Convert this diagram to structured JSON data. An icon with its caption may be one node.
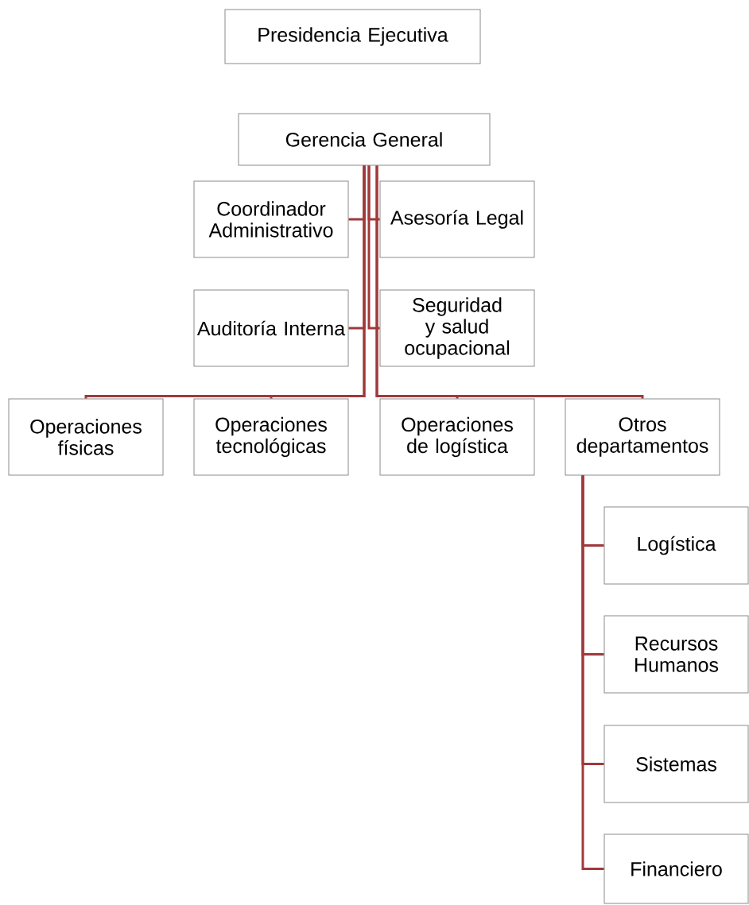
{
  "diagram": {
    "nodes": [
      {
        "text": [
          "Presidencia Ejecutiva"
        ]
      },
      {
        "text": [
          "Gerencia General"
        ]
      },
      {
        "text": [
          "Coordinador Administrativo"
        ]
      },
      {
        "text": [
          "Asesoría Legal"
        ]
      },
      {
        "text": [
          "Auditoría Interna"
        ]
      },
      {
        "text": [
          "Seguridad y salud ocupacional"
        ]
      },
      {
        "text": [
          "Operaciones físicas"
        ]
      },
      {
        "text": [
          "Operaciones tecnológicas"
        ]
      },
      {
        "text": [
          "Operaciones de logística"
        ]
      },
      {
        "text": [
          "Otros departamentos"
        ]
      },
      {
        "text": [
          "Logística"
        ]
      },
      {
        "text": [
          "Recursos Humanos"
        ]
      },
      {
        "text": [
          "Sistemas"
        ]
      },
      {
        "text": [
          "Financiero"
        ]
      }
    ],
    "edges": [
      {
        "from": 1,
        "to": 2,
        "arrow": "none"
      },
      {
        "from": 1,
        "to": 3,
        "arrow": "none"
      },
      {
        "from": 1,
        "to": 4,
        "arrow": "none"
      },
      {
        "from": 1,
        "to": 5,
        "arrow": "none"
      },
      {
        "from": 1,
        "to": 6,
        "arrow": "none"
      },
      {
        "from": 1,
        "to": 7,
        "arrow": "none"
      },
      {
        "from": 1,
        "to": 8,
        "arrow": "none"
      },
      {
        "from": 1,
        "to": 9,
        "arrow": "none"
      },
      {
        "from": 9,
        "to": 10,
        "arrow": "none"
      },
      {
        "from": 9,
        "to": 11,
        "arrow": "none"
      },
      {
        "from": 9,
        "to": 12,
        "arrow": "none"
      },
      {
        "from": 9,
        "to": 13,
        "arrow": "none"
      }
    ]
  }
}
